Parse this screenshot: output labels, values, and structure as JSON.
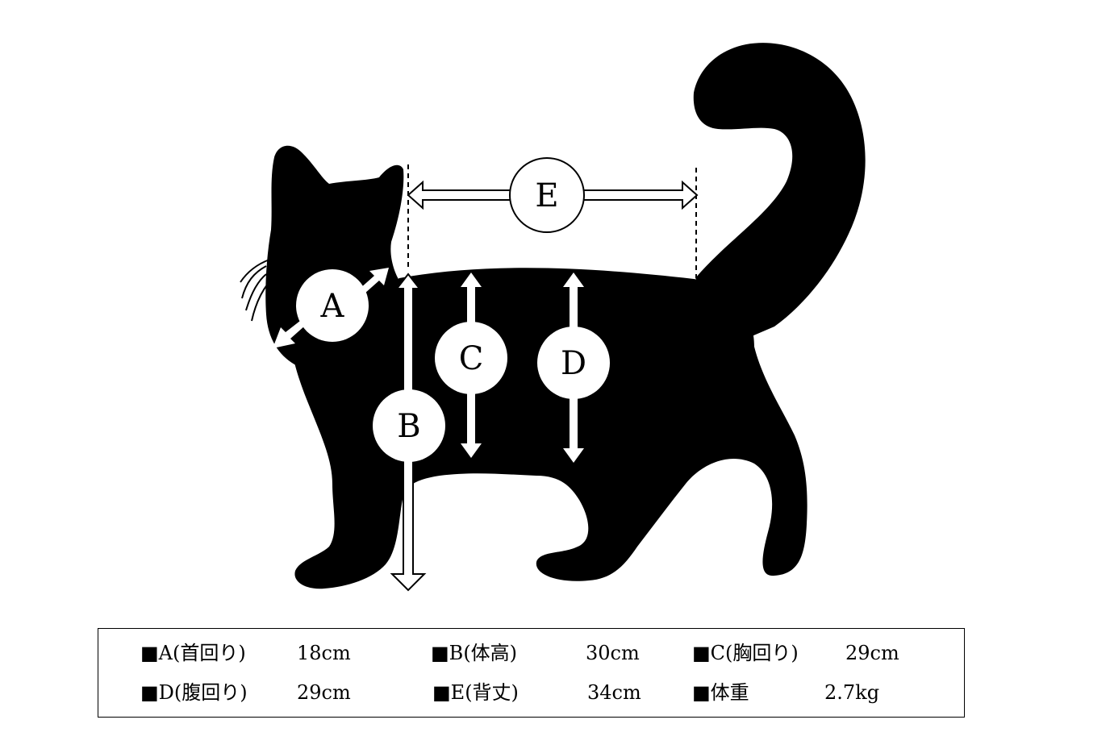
{
  "labels": {
    "a": "A",
    "b": "B",
    "c": "C",
    "d": "D",
    "e": "E"
  },
  "legend": {
    "items": [
      {
        "label": "■A(首回り)",
        "value": "18cm"
      },
      {
        "label": "■B(体高)",
        "value": "30cm"
      },
      {
        "label": "■C(胸回り)",
        "value": "29cm"
      },
      {
        "label": "■D(腹回り)",
        "value": "29cm"
      },
      {
        "label": "■E(背丈)",
        "value": "34cm"
      },
      {
        "label": "■体重",
        "value": "2.7kg"
      }
    ]
  },
  "colors": {
    "silhouette": "#000000",
    "background": "#ffffff",
    "marker": "#ffffff"
  },
  "icons": {
    "figure": "cat-silhouette-icon"
  }
}
